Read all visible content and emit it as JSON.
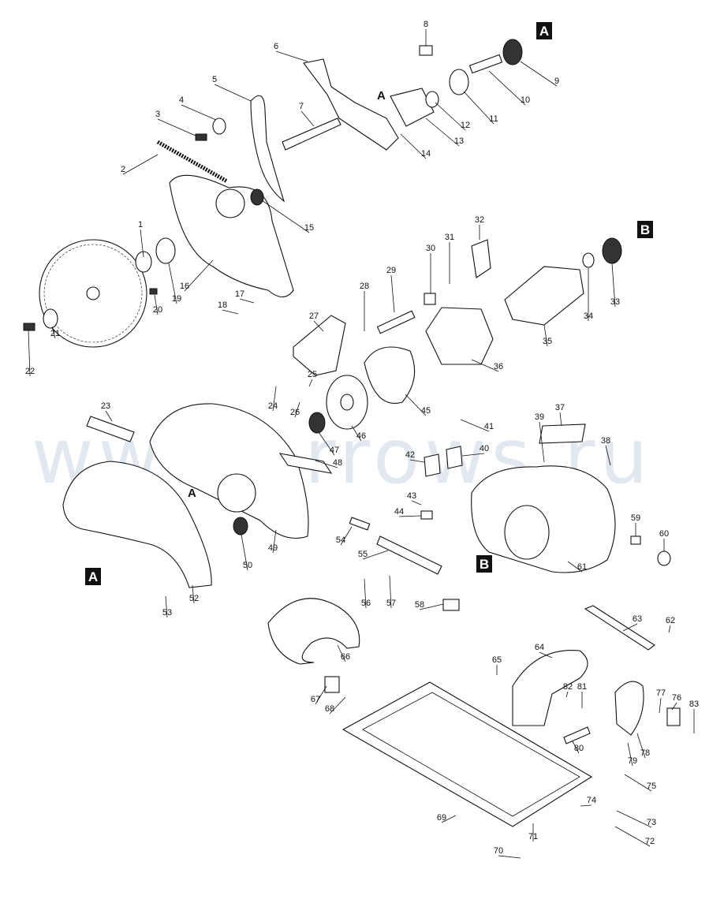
{
  "watermark": "www.arrows.ru",
  "reference_markers": [
    {
      "id": "marker-A-top",
      "text": "A",
      "boxed": true
    },
    {
      "id": "marker-A-link",
      "text": "A",
      "boxed": false
    },
    {
      "id": "marker-A-guard",
      "text": "A",
      "boxed": false
    },
    {
      "id": "marker-A-cover",
      "text": "A",
      "boxed": true
    },
    {
      "id": "marker-B-armature",
      "text": "B",
      "boxed": true
    },
    {
      "id": "marker-B-housing",
      "text": "B",
      "boxed": true
    }
  ],
  "part_numbers": [
    "1",
    "2",
    "3",
    "4",
    "5",
    "6",
    "7",
    "8",
    "9",
    "10",
    "11",
    "12",
    "13",
    "14",
    "15",
    "16",
    "17",
    "18",
    "19",
    "20",
    "21",
    "22",
    "23",
    "24",
    "25",
    "26",
    "27",
    "28",
    "29",
    "30",
    "31",
    "32",
    "33",
    "34",
    "35",
    "36",
    "37",
    "38",
    "39",
    "40",
    "41",
    "42",
    "43",
    "44",
    "45",
    "46",
    "47",
    "48",
    "49",
    "50",
    "52",
    "53",
    "54",
    "55",
    "56",
    "57",
    "58",
    "59",
    "60",
    "61",
    "62",
    "63",
    "64",
    "65",
    "66",
    "67",
    "68",
    "69",
    "70",
    "71",
    "72",
    "73",
    "74",
    "75",
    "76",
    "77",
    "78",
    "79",
    "80",
    "81",
    "82",
    "83"
  ]
}
